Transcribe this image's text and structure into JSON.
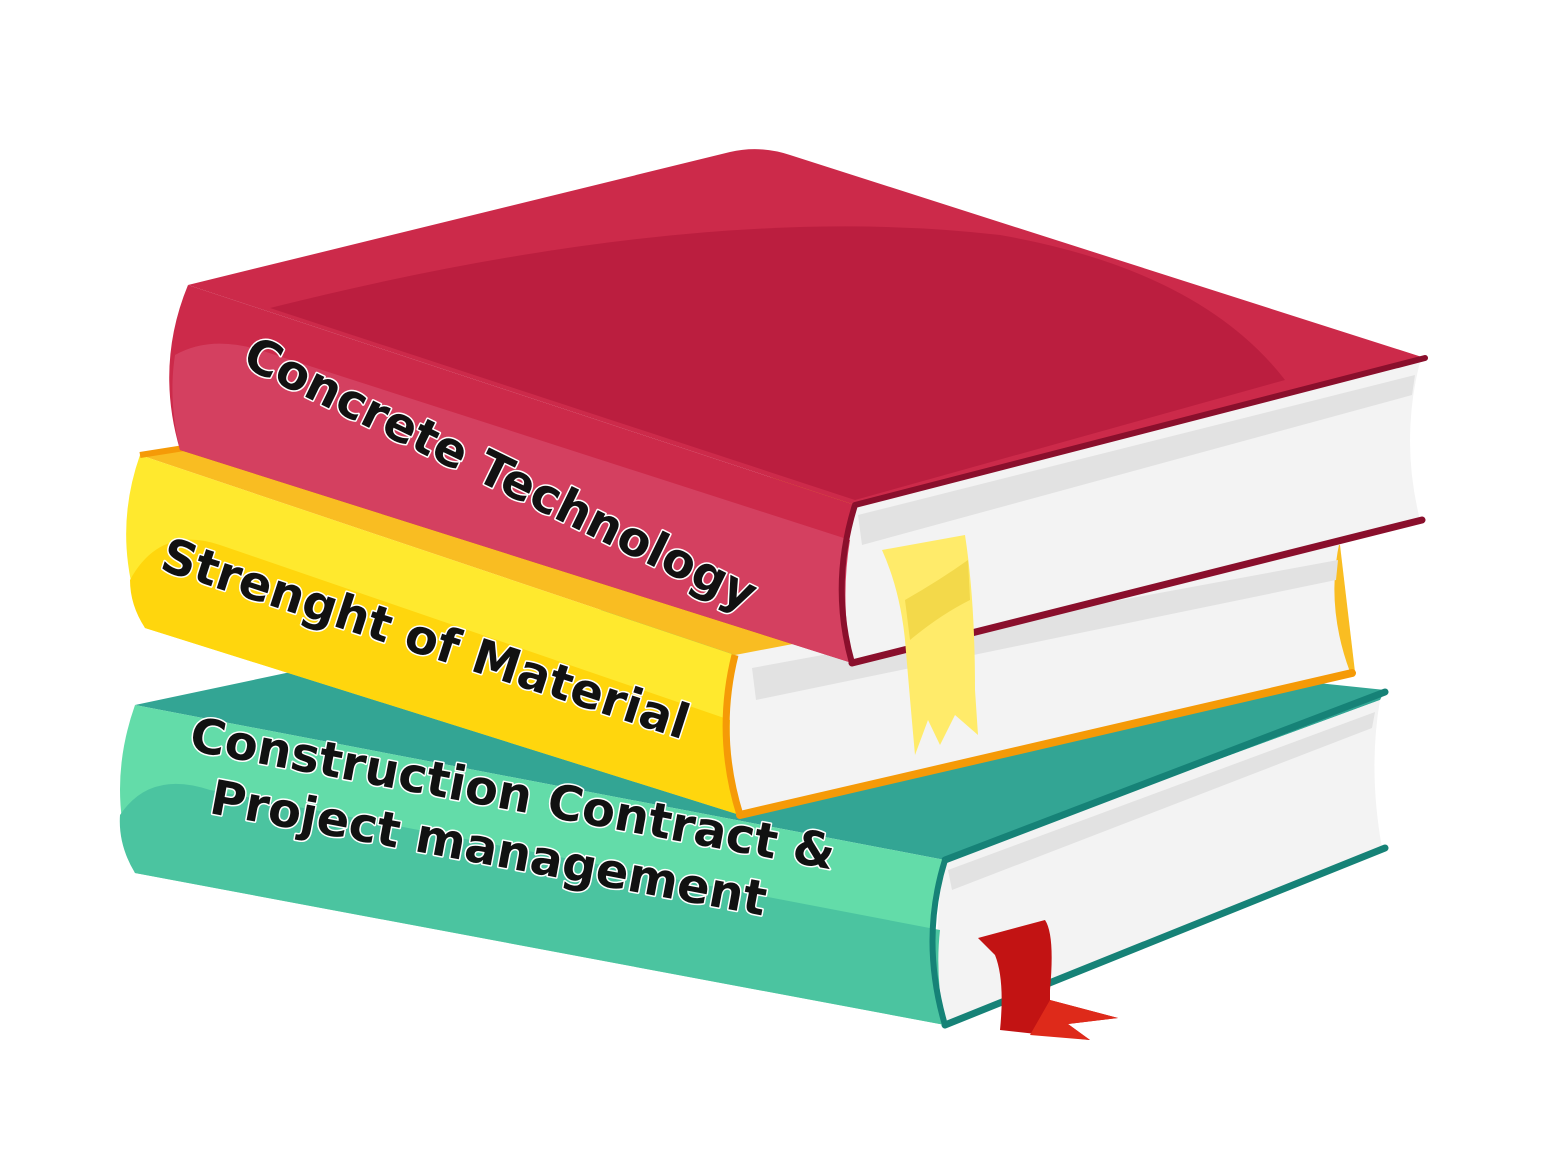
{
  "books": [
    {
      "position": "top",
      "title": "Concrete Technology",
      "colors": {
        "cover": "#cc2a4a",
        "cover_shade": "#bb1e3f",
        "spine": "#cc2a4a",
        "spine_light": "#d44060",
        "edge": "#8a0f2c"
      },
      "bookmark": {
        "color": "#ffeb6a",
        "color_dark": "#f3d94a"
      }
    },
    {
      "position": "middle",
      "title": "Strenght of Material",
      "colors": {
        "cover": "#f9bd22",
        "spine": "#ffe92e",
        "spine_shade": "#ffd60d",
        "edge": "#f59a07"
      }
    },
    {
      "position": "bottom",
      "title_lines": [
        "Construction Contract &",
        "Project management"
      ],
      "colors": {
        "cover": "#33a594",
        "spine": "#63dca9",
        "spine_shade": "#4bc4a0",
        "edge": "#168277"
      },
      "bookmark": {
        "color": "#c21313",
        "color_light": "#de2a1a"
      }
    }
  ],
  "page_colors": {
    "pages": "#f3f3f3",
    "pages_shade": "#e2e2e2",
    "pages_edge": "#d6d6d6"
  }
}
